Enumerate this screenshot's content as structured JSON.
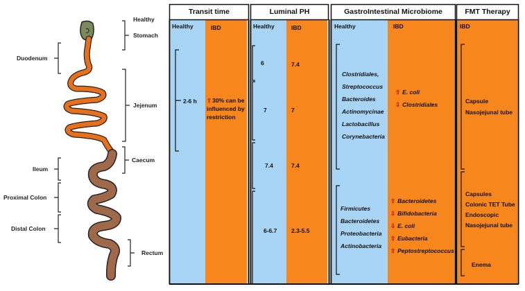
{
  "anatomy": {
    "healthy_label": "Healthy",
    "stomach": "Stomach",
    "duodenum": "Duodenum",
    "jejenum": "Jejenum",
    "caecum": "Caecum",
    "ileum": "Ileum",
    "proximal_colon": "Proximal Colon",
    "distal_colon": "Distal Colon",
    "rectum": "Rectum"
  },
  "headers": {
    "transit": "Transit time",
    "ph": "Luminal PH",
    "microbiome": "GastroIntestinal Microbiome",
    "fmt": "FMT Therapy"
  },
  "sub": {
    "transit_healthy": "Healthy",
    "transit_ibd": "IBD",
    "ph_healthy": "Healthy",
    "ph_ibd": "IBD",
    "micro_healthy": "Healthy",
    "micro_ibd": "IBD",
    "fmt_ibd": "IBD"
  },
  "transit": {
    "healthy_value": "2-6 h",
    "ibd_arrow": "⇧",
    "ibd_line1": "30% can be",
    "ibd_line2": "influenced by",
    "ibd_line3": "restriction"
  },
  "ph": {
    "healthy": [
      "6",
      "7",
      "7.4",
      "6-6.7"
    ],
    "ibd": [
      "7.4",
      "7",
      "7.4",
      "2.3-5.5"
    ]
  },
  "microbiome": {
    "upper_healthy": [
      "Clostridiales,",
      "Streptococcus",
      "Bacteroides",
      "Actinomycinae",
      "Lactobacillus",
      "Corynebacteria"
    ],
    "upper_ibd": [
      {
        "arrow": "⇧",
        "name": "E. coli"
      },
      {
        "arrow": "⇩",
        "name": "Clostridiales"
      }
    ],
    "lower_healthy": [
      "Firmicutes",
      "Bacteroidetes",
      "Proteobacteria",
      "Actinobacteria"
    ],
    "lower_ibd": [
      {
        "arrow": "⇧",
        "name": "Bacteroidetes"
      },
      {
        "arrow": "⇩",
        "name": "Bifidobacteria"
      },
      {
        "arrow": "⇩",
        "name": "E. coli"
      },
      {
        "arrow": "⇧",
        "name": "Eubacteria"
      },
      {
        "arrow": "⇧",
        "name": "Peptostreptococcus"
      }
    ]
  },
  "fmt": {
    "upper": [
      "Capsule",
      "Nasojejunal tube"
    ],
    "lower": [
      "Capsules",
      "Colonic TET Tube",
      "Endoscopic",
      "Nasojejunal tube"
    ],
    "enema": "Enema"
  },
  "colors": {
    "healthy": "#a8d4f5",
    "ibd": "#f7861c",
    "small_intestine": "#e8701a",
    "colon": "#a06a4a",
    "stomach": "#7a8a5a"
  }
}
